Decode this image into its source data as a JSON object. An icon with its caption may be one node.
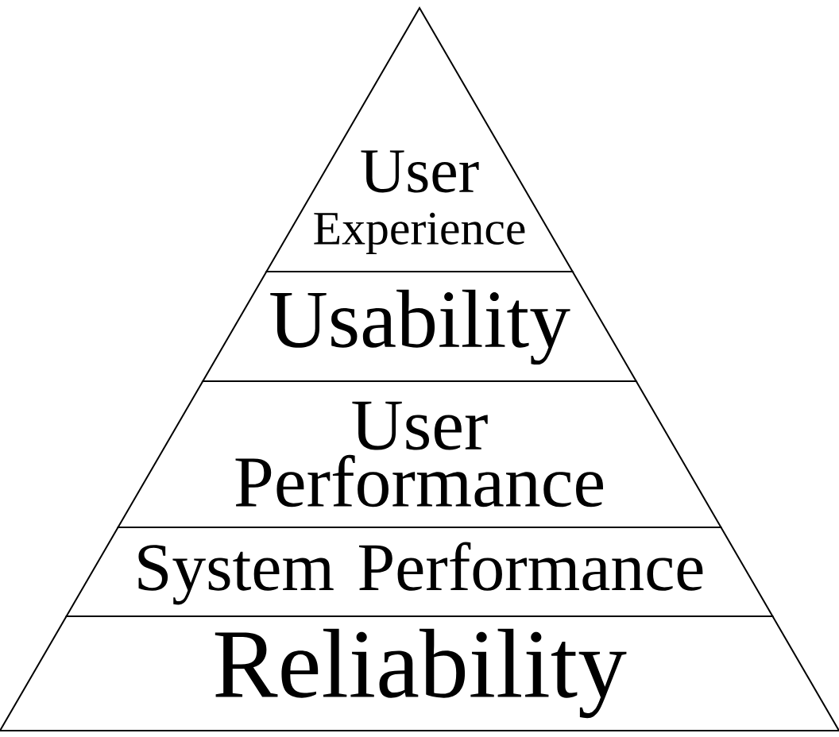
{
  "diagram": {
    "nodes": [
      {
        "text": [
          "User",
          "Experience"
        ]
      },
      {
        "text": [
          "Usability"
        ]
      },
      {
        "text": [
          "User Performance"
        ]
      },
      {
        "text": [
          "System Performance"
        ]
      },
      {
        "text": [
          "Reliability"
        ]
      }
    ]
  }
}
